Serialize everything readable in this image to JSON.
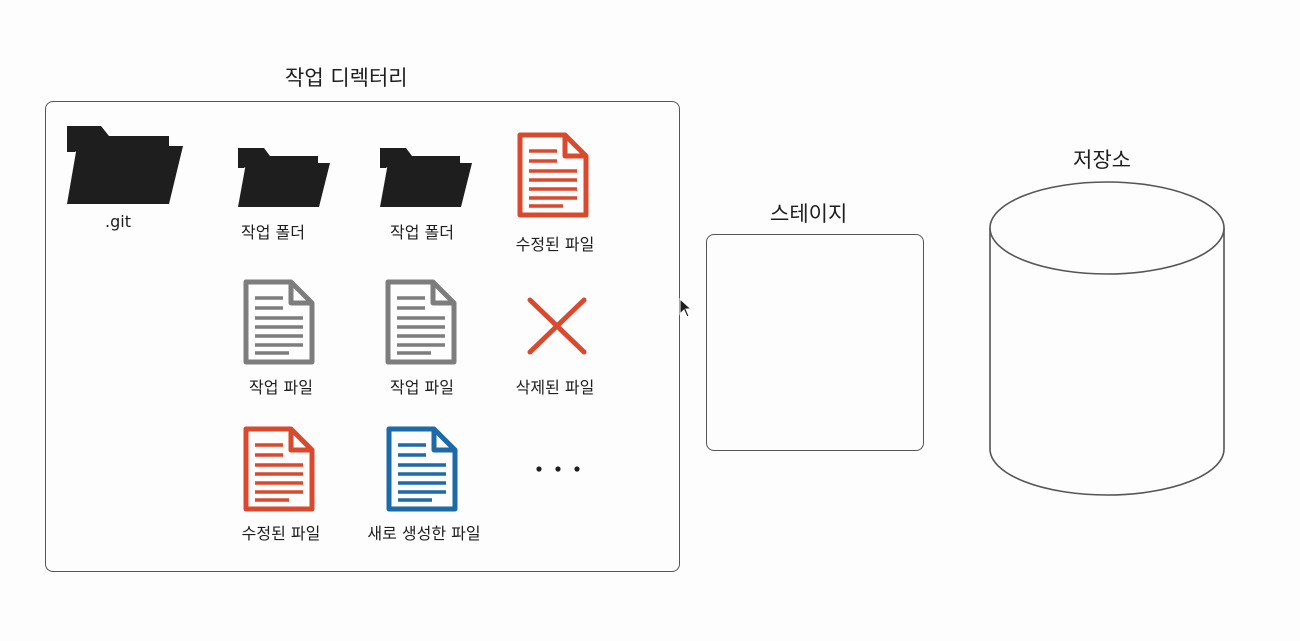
{
  "working_dir": {
    "title": "작업 디렉터리",
    "items": [
      {
        "label": ".git",
        "icon": "folder-icon",
        "color": "#1e1e1e"
      },
      {
        "label": "작업 폴더",
        "icon": "folder-icon",
        "color": "#1e1e1e"
      },
      {
        "label": "작업 폴더",
        "icon": "folder-icon",
        "color": "#1e1e1e"
      },
      {
        "label": "수정된 파일",
        "icon": "document-icon",
        "color": "#d9492e"
      },
      {
        "label": "작업 파일",
        "icon": "document-icon",
        "color": "#7d7d7d"
      },
      {
        "label": "작업 파일",
        "icon": "document-icon",
        "color": "#7d7d7d"
      },
      {
        "label": "삭제된 파일",
        "icon": "x-mark-icon",
        "color": "#d9492e"
      },
      {
        "label": "수정된 파일",
        "icon": "document-icon",
        "color": "#d9492e"
      },
      {
        "label": "새로 생성한 파일",
        "icon": "document-icon",
        "color": "#1c6aa7"
      },
      {
        "label": "",
        "icon": "ellipsis-icon",
        "color": "#1e1e1e"
      }
    ]
  },
  "staging": {
    "title": "스테이지"
  },
  "repository": {
    "title": "저장소"
  }
}
